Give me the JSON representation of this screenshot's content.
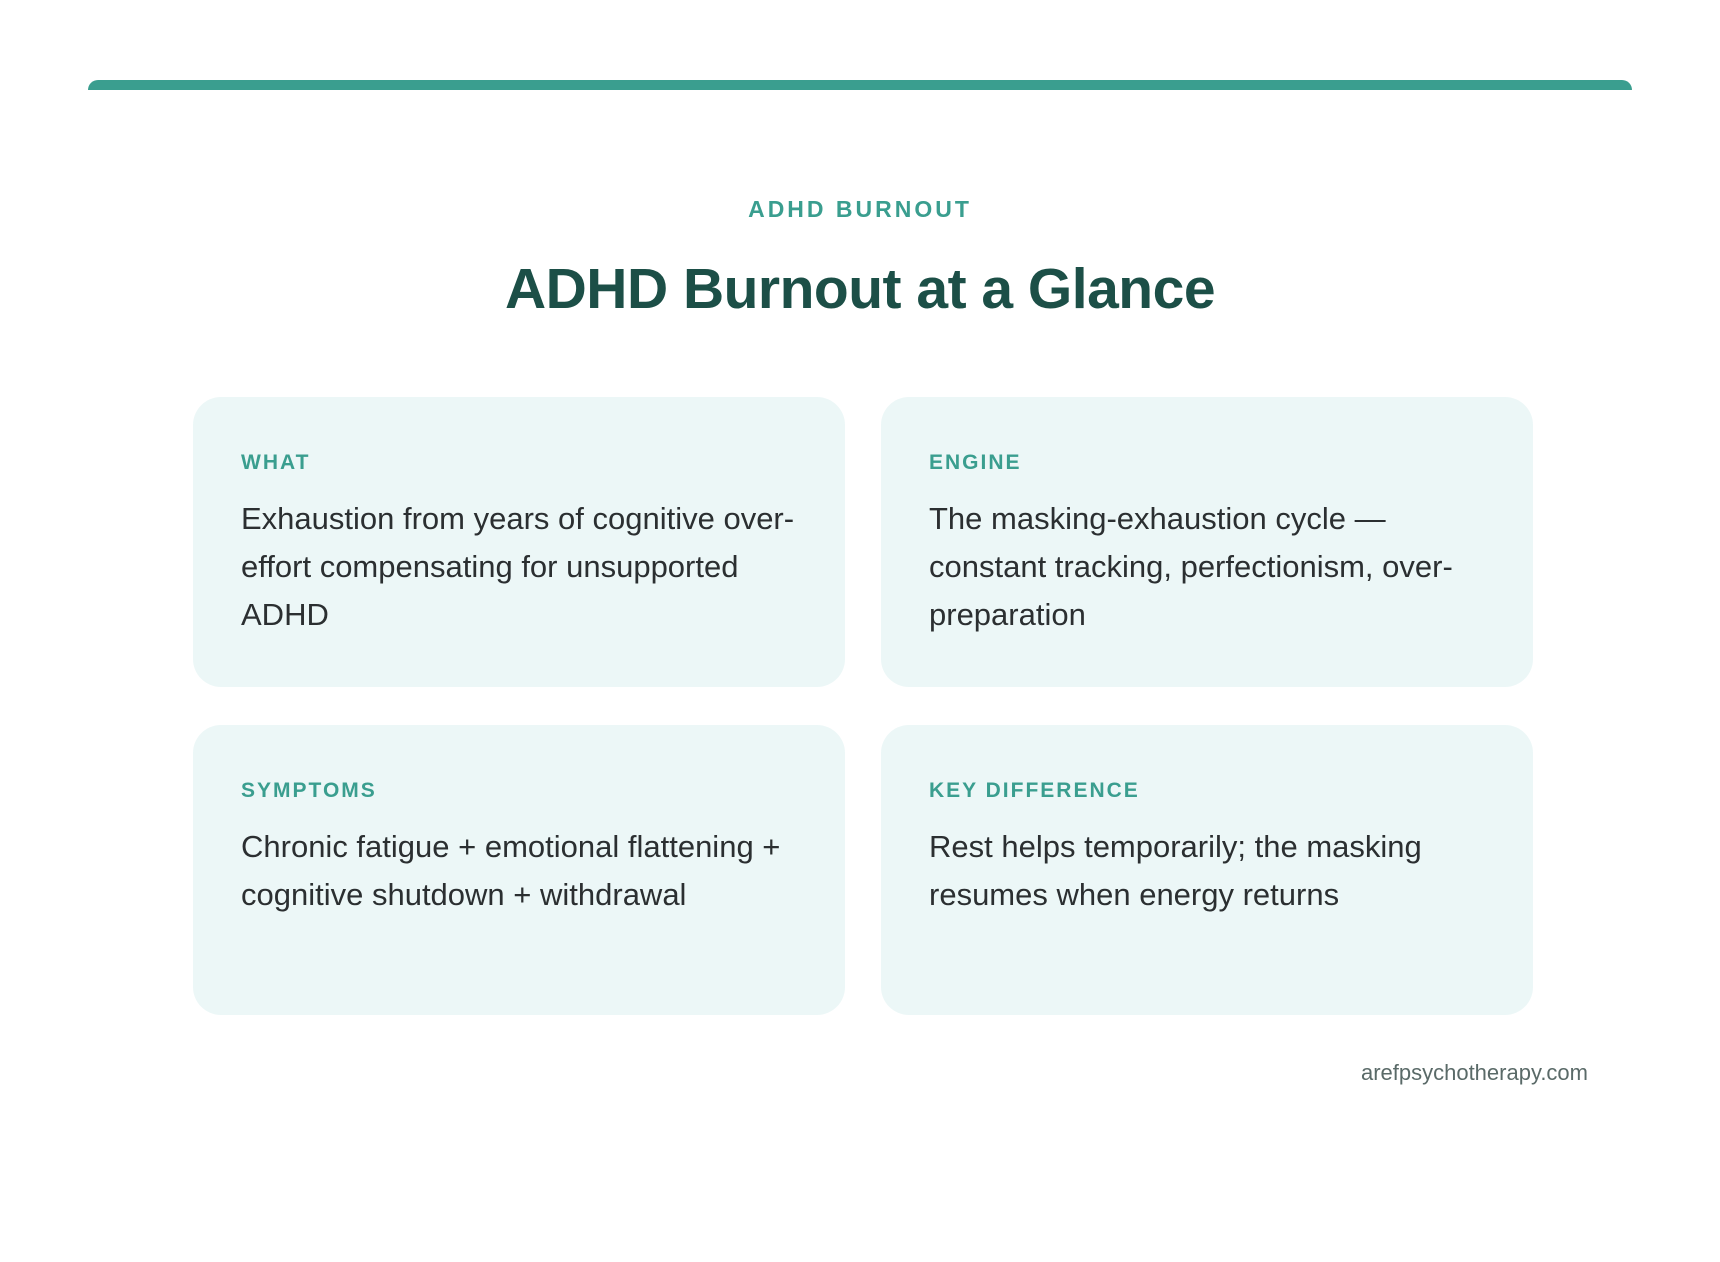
{
  "header": {
    "eyebrow": "ADHD BURNOUT",
    "title": "ADHD Burnout at a Glance"
  },
  "cards": [
    {
      "label": "WHAT",
      "text": "Exhaustion from years of cognitive over-effort compensating for unsupported ADHD"
    },
    {
      "label": "ENGINE",
      "text": "The masking-exhaustion cycle — constant tracking, perfectionism, over-preparation"
    },
    {
      "label": "SYMPTOMS",
      "text": "Chronic fatigue + emotional flattening + cognitive shutdown + withdrawal"
    },
    {
      "label": "KEY DIFFERENCE",
      "text": "Rest helps temporarily; the masking resumes when energy returns"
    }
  ],
  "footer": {
    "website": "arefpsychotherapy.com"
  },
  "colors": {
    "accent": "#3a9e8f",
    "title": "#1c4f47",
    "card_background": "#ecf7f7",
    "body_text": "#2b2f31"
  }
}
